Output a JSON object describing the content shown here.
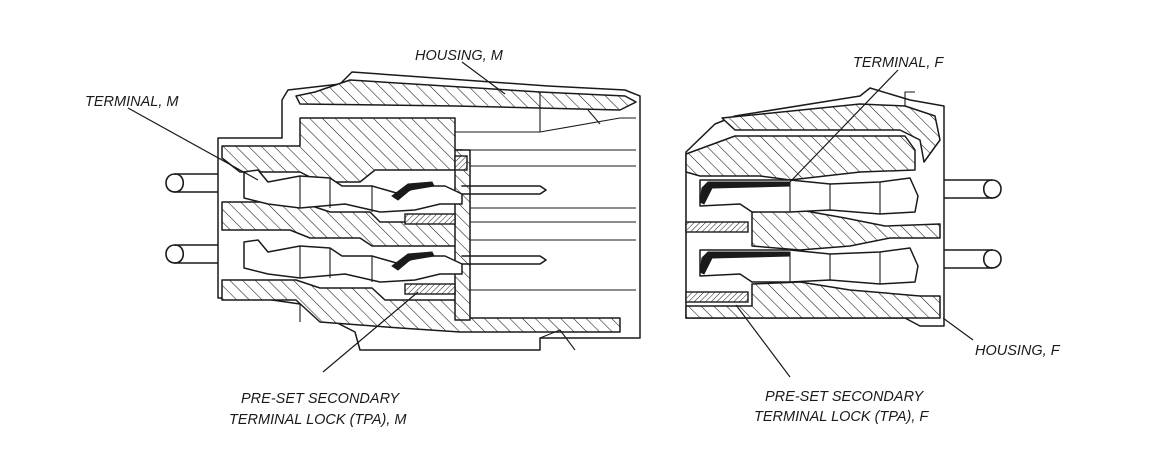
{
  "labels": {
    "housing_m": "HOUSING, M",
    "terminal_m": "TERMINAL, M",
    "tpa_m_line1": "PRE-SET SECONDARY",
    "tpa_m_line2": "TERMINAL LOCK (TPA), M",
    "terminal_f": "TERMINAL, F",
    "housing_f": "HOUSING, F",
    "tpa_f_line1": "PRE-SET SECONDARY",
    "tpa_f_line2": "TERMINAL LOCK (TPA), F"
  }
}
